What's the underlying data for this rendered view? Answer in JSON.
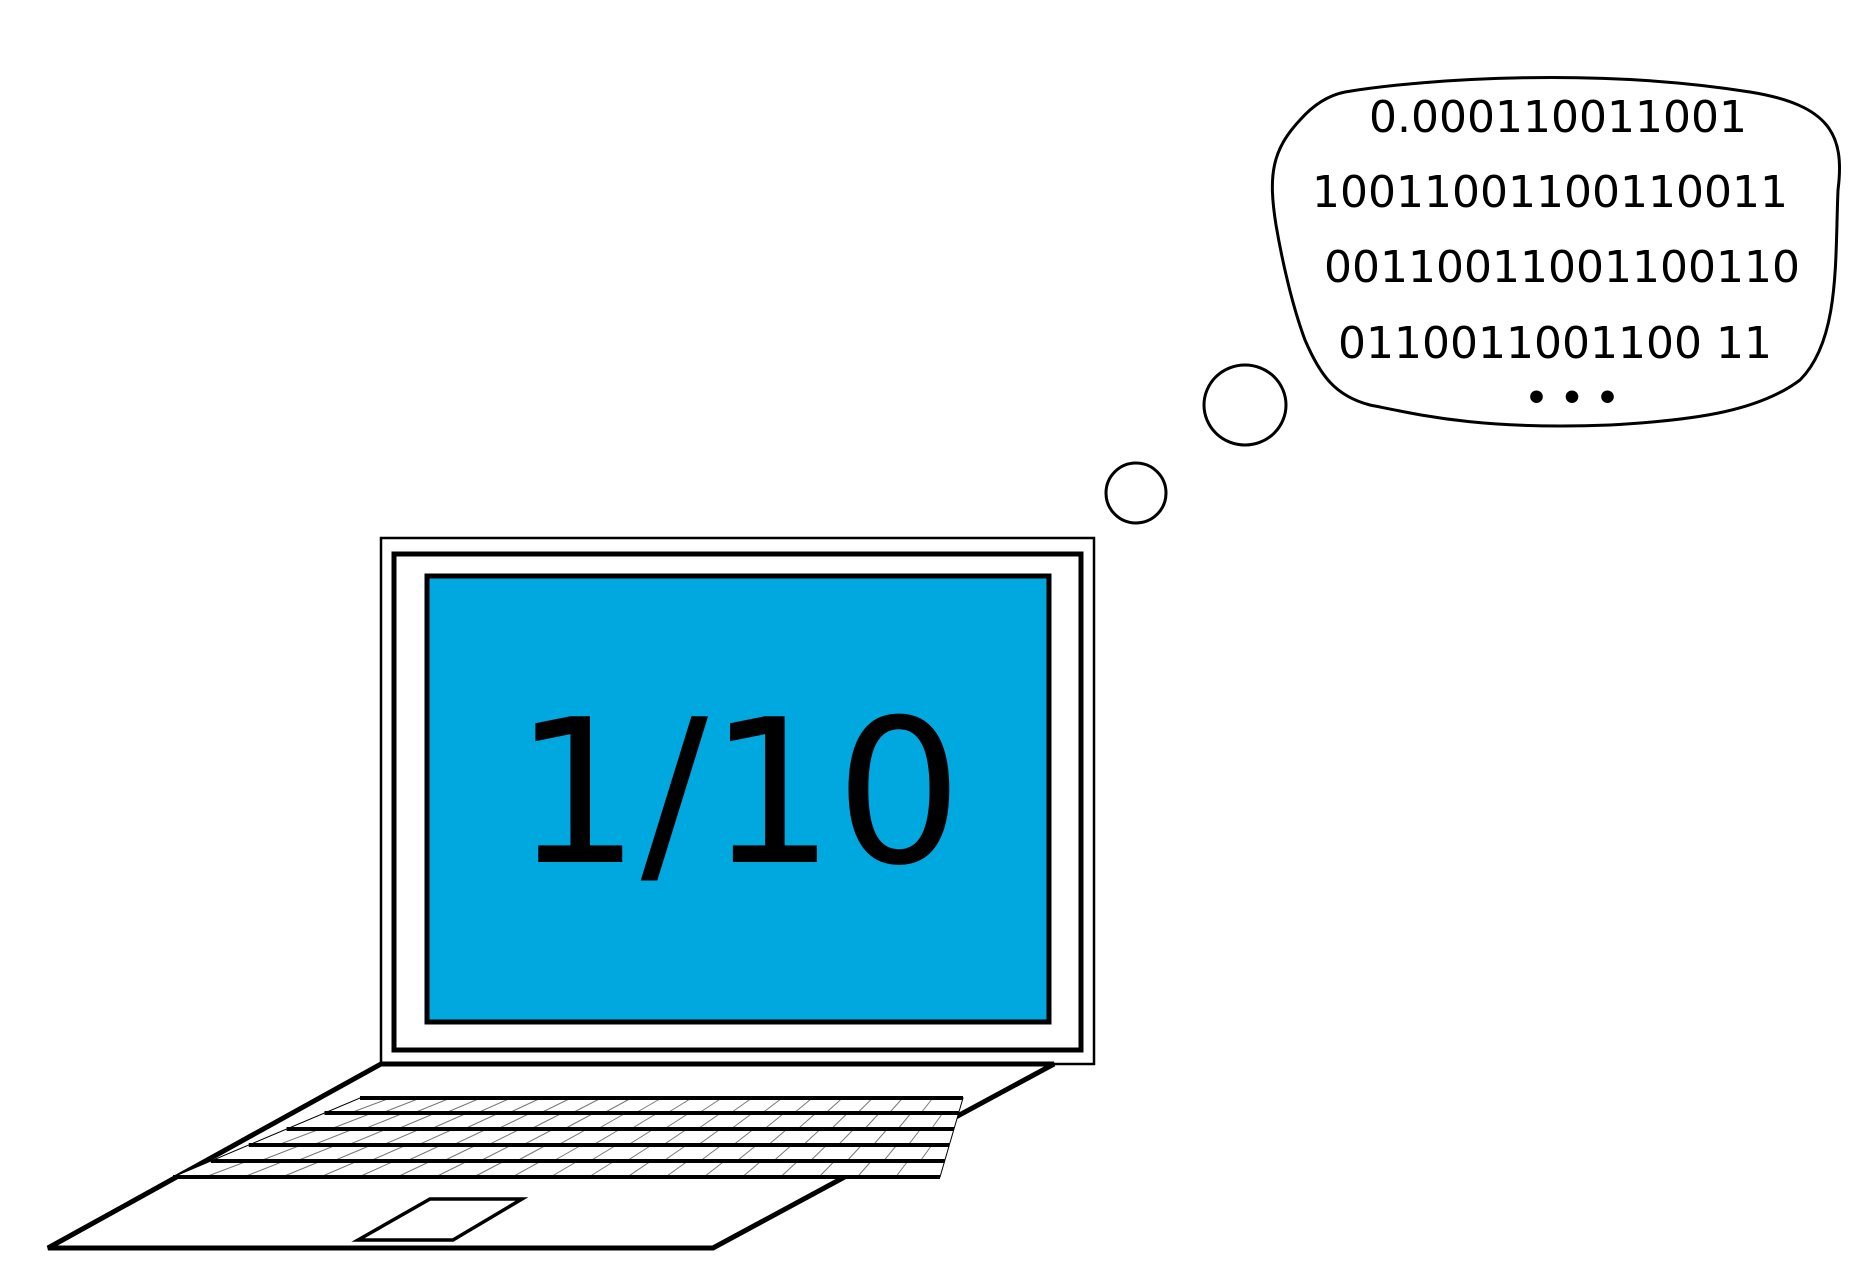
{
  "screen": {
    "text": "1/10",
    "color": "#00A8E0"
  },
  "thought": {
    "lines": [
      "0.000110011001",
      "10011001100110011",
      "00110011001100110",
      "0110011001100 11"
    ],
    "ellipsis": "• • •"
  },
  "colors": {
    "stroke": "#000000",
    "background": "#ffffff"
  }
}
